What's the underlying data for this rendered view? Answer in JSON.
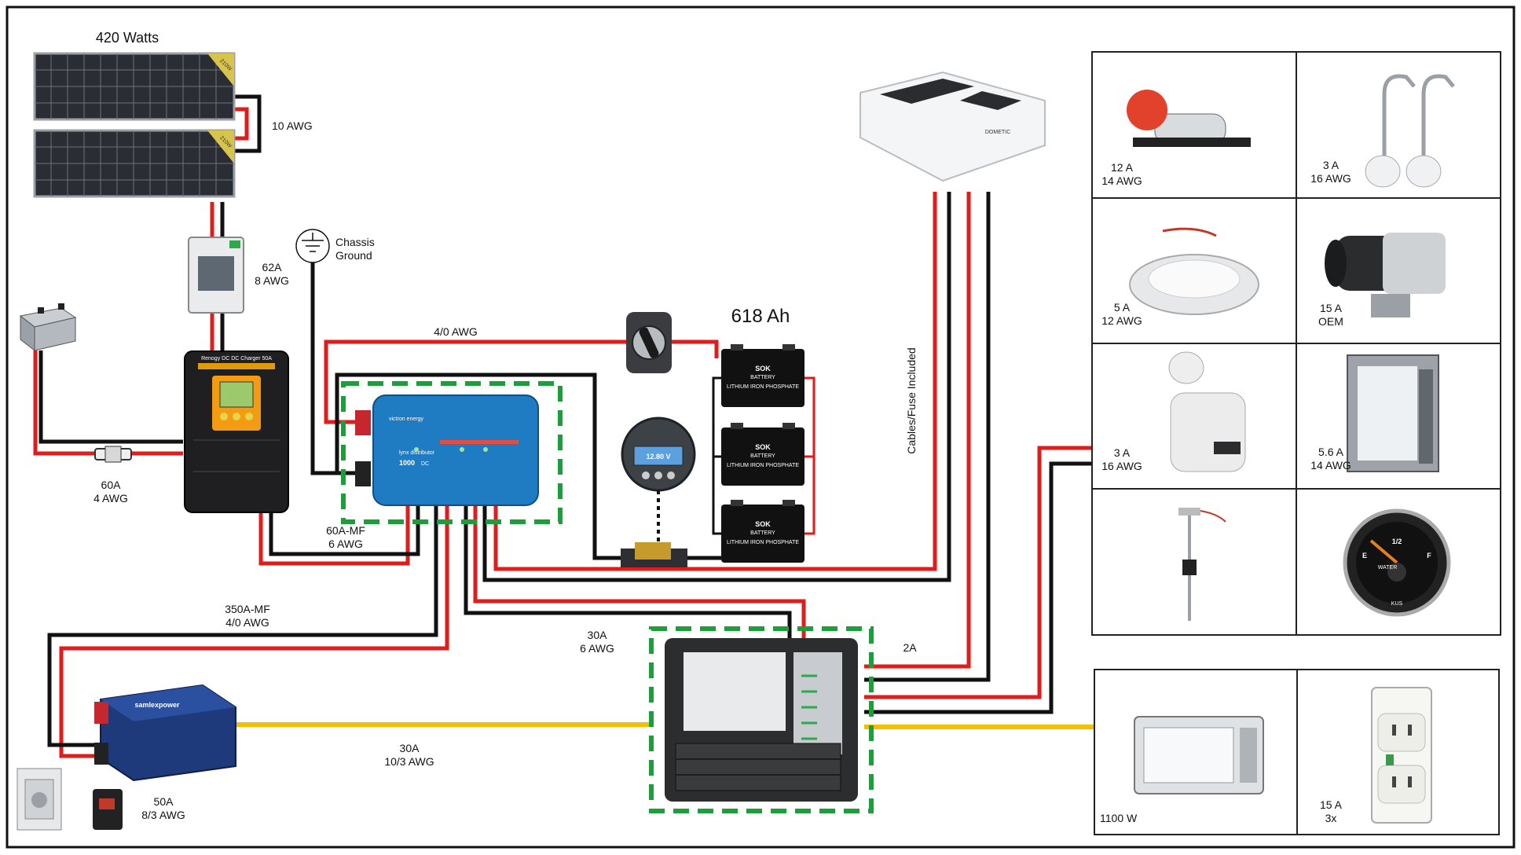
{
  "solar": {
    "title": "420 Watts",
    "panel_badge": "210W",
    "interconnect_wire": "10 AWG"
  },
  "pv_breaker": {
    "line1": "62A",
    "line2": "8 AWG"
  },
  "chassis": {
    "line1": "Chassis",
    "line2": "Ground"
  },
  "dcdc_charger": {
    "brand": "Renogy DC DC Charger 50A"
  },
  "starter_fuse": {
    "line1": "60A",
    "line2": "4 AWG"
  },
  "charger_fuse": {
    "line1": "60A-MF",
    "line2": "6 AWG"
  },
  "main_cable": {
    "label": "4/0 AWG"
  },
  "inverter_fuse": {
    "line1": "350A-MF",
    "line2": "4/0 AWG"
  },
  "lynx": {
    "brand": "victron energy",
    "name": "lynx distributor",
    "model": "1000",
    "sub": "DC"
  },
  "battery_bank": {
    "capacity": "618 Ah",
    "brand": "SOK",
    "sub": "BATTERY",
    "chem": "LITHIUM IRON PHOSPHATE"
  },
  "monitor": {
    "reading": "12.80 V"
  },
  "ac_unit": {
    "brand": "DOMETIC",
    "cable_note": "Cables/Fuse Included"
  },
  "panel_feed": {
    "line1": "30A",
    "line2": "6 AWG"
  },
  "ac_output": {
    "line1": "30A",
    "line2": "10/3 AWG"
  },
  "shore": {
    "line1": "50A",
    "line2": "8/3 AWG"
  },
  "inverter": {
    "brand": "samlexpower"
  },
  "ac_circuit": {
    "label": "2A"
  },
  "dc_loads": [
    {
      "line1": "12 A",
      "line2": "14 AWG"
    },
    {
      "line1": "3 A",
      "line2": "16 AWG"
    },
    {
      "line1": "5 A",
      "line2": "12 AWG"
    },
    {
      "line1": "15 A",
      "line2": "OEM"
    },
    {
      "line1": "3 A",
      "line2": "16 AWG"
    },
    {
      "line1": "5.6 A",
      "line2": "14 AWG"
    }
  ],
  "gauge": {
    "e": "E",
    "half": "1/2",
    "f": "F",
    "word": "WATER",
    "brand": "KUS"
  },
  "ac_loads": [
    {
      "line1": "1100 W"
    },
    {
      "line1": "15 A",
      "line2": "3x"
    }
  ],
  "colors": {
    "positive": "#e31b1b",
    "negative": "#111111",
    "ac": "#f5bf00",
    "highlight": "#1c9e3a",
    "victron": "#1f7bc2"
  }
}
